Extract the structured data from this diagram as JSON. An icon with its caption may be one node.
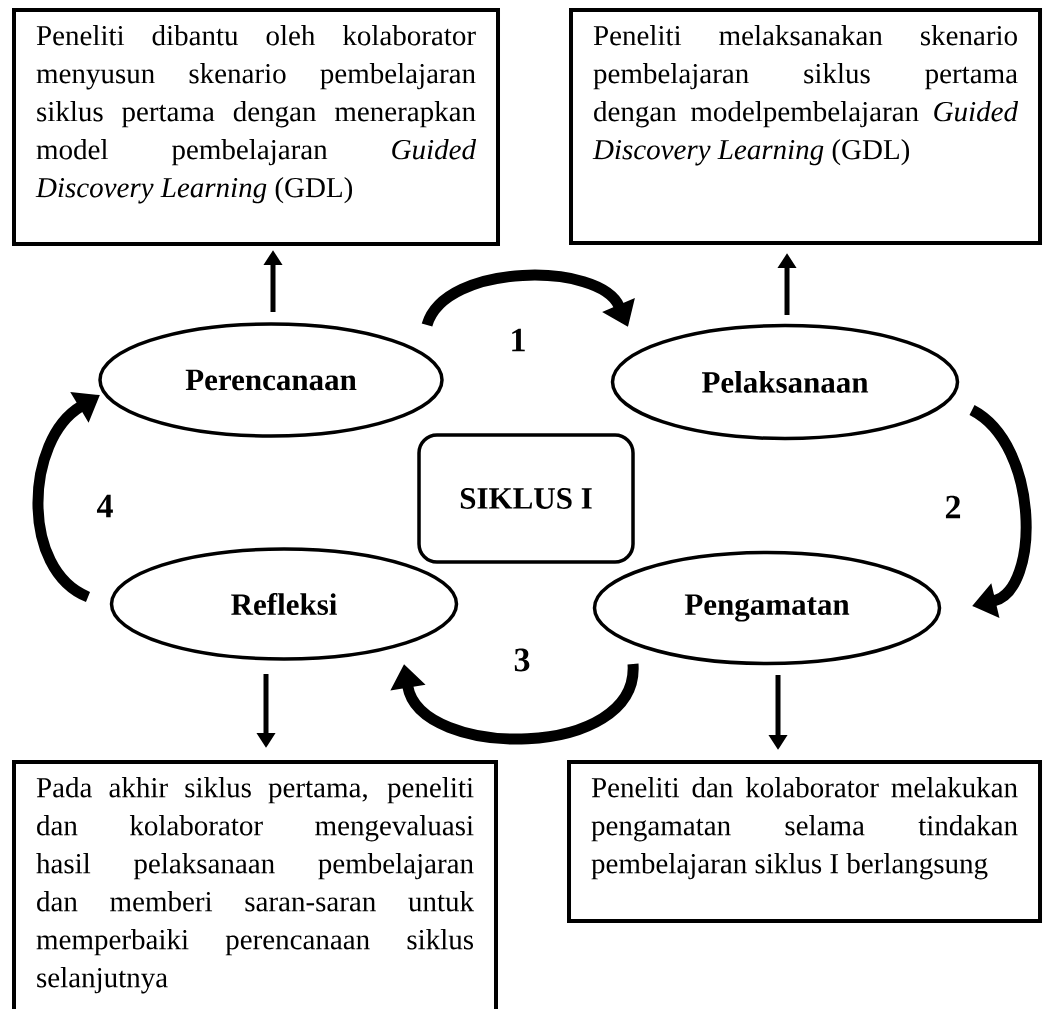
{
  "diagram": {
    "nodes": [
      {
        "text": [
          "Peneliti dibantu oleh kolaborator menyusun skenario pembelajaran siklus pertama dengan menerapkan model pembelajaran *Guided Discovery Learning* (GDL)"
        ]
      },
      {
        "text": [
          "Peneliti melaksanakan skenario pembelajaran siklus pertama dengan modelpembelajaran *Guided Discovery Learning* (GDL)"
        ]
      },
      {
        "text": [
          "Perencanaan"
        ]
      },
      {
        "text": [
          "Pelaksanaan"
        ]
      },
      {
        "text": [
          "SIKLUS I"
        ]
      },
      {
        "text": [
          "Refleksi"
        ]
      },
      {
        "text": [
          "Pengamatan"
        ]
      },
      {
        "text": [
          "Pada akhir siklus pertama, peneliti dan kolaborator mengevaluasi hasil pelaksanaan pembelajaran dan memberi saran-saran untuk memperbaiki perencanaan siklus selanjutnya"
        ]
      },
      {
        "text": [
          "Peneliti dan kolaborator melakukan pengamatan selama tindakan pembelajaran siklus I berlangsung"
        ]
      }
    ],
    "edges": [
      {
        "from": 2,
        "to": 3,
        "arrow": "to",
        "label": "1",
        "style": "thick"
      },
      {
        "from": 3,
        "to": 6,
        "arrow": "to",
        "label": "2",
        "style": "thick"
      },
      {
        "from": 6,
        "to": 5,
        "arrow": "to",
        "label": "3",
        "style": "thick"
      },
      {
        "from": 5,
        "to": 2,
        "arrow": "to",
        "label": "4",
        "style": "thick"
      },
      {
        "from": 2,
        "to": 0,
        "arrow": "to"
      },
      {
        "from": 3,
        "to": 1,
        "arrow": "to"
      },
      {
        "from": 5,
        "to": 7,
        "arrow": "to"
      },
      {
        "from": 6,
        "to": 8,
        "arrow": "to"
      }
    ]
  }
}
